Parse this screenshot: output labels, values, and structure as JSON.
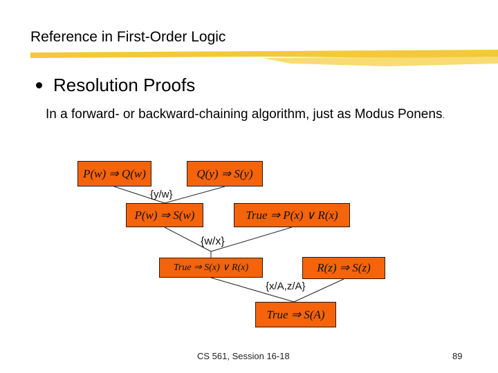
{
  "slide": {
    "title": "Reference in First-Order Logic",
    "bullet": "Resolution Proofs",
    "subtext_main": "In a forward- or backward-chaining algorithm, just as Modus Ponens",
    "subtext_end": ".",
    "accent_color": "#f5630a",
    "underline_color": "#f3c93a"
  },
  "diagram": {
    "boxes": {
      "b1": "P(w) ⇒ Q(w)",
      "b2": "Q(y) ⇒ S(y)",
      "b3": "P(w) ⇒ S(w)",
      "b4": "True ⇒ P(x) ∨ R(x)",
      "b5": "True ⇒ S(x) ∨ R(x)",
      "b6": "R(z) ⇒ S(z)",
      "b7": "True ⇒ S(A)"
    },
    "substitutions": {
      "s1": "{y/w}",
      "s2": "{w/x}",
      "s3": "{x/A,z/A}"
    }
  },
  "footer": {
    "course": "CS 561,  Session 16-18",
    "page_number": "89"
  }
}
